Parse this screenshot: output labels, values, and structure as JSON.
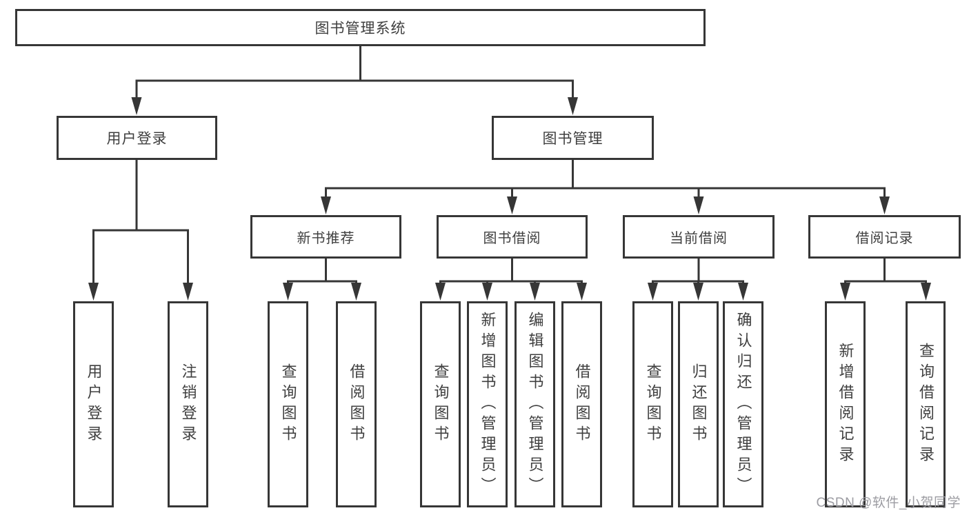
{
  "diagram": {
    "root": {
      "label": "图书管理系统"
    },
    "branches": [
      {
        "label": "用户登录",
        "children": [
          {
            "label": "用户登录"
          },
          {
            "label": "注销登录"
          }
        ]
      },
      {
        "label": "图书管理",
        "children": [
          {
            "label": "新书推荐",
            "children": [
              {
                "label": "查询图书"
              },
              {
                "label": "借阅图书"
              }
            ]
          },
          {
            "label": "图书借阅",
            "children": [
              {
                "label": "查询图书"
              },
              {
                "label": "新增图书（管理员）"
              },
              {
                "label": "编辑图书（管理员）"
              },
              {
                "label": "借阅图书"
              }
            ]
          },
          {
            "label": "当前借阅",
            "children": [
              {
                "label": "查询图书"
              },
              {
                "label": "归还图书"
              },
              {
                "label": "确认归还（管理员）"
              }
            ]
          },
          {
            "label": "借阅记录",
            "children": [
              {
                "label": "新增借阅记录"
              },
              {
                "label": "查询借阅记录"
              }
            ]
          }
        ]
      }
    ]
  },
  "watermark": {
    "text": "CSDN @软件_小贺同学"
  },
  "colors": {
    "line": "#363636",
    "text": "#3f3f3f",
    "background": "#ffffff",
    "watermark": "#9c9ca2"
  }
}
